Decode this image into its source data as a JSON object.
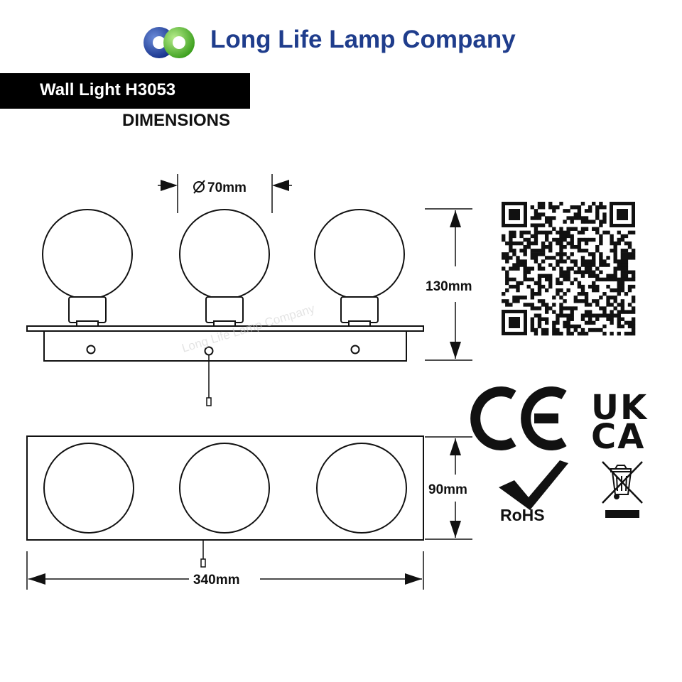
{
  "brand": {
    "name": "Long Life Lamp Company",
    "logo_colors": {
      "blue": "#1c3fa0",
      "green": "#5cc437"
    },
    "text_color": "#1f3d8c"
  },
  "product": {
    "title": "Wall Light H3053",
    "section": "DIMENSIONS"
  },
  "dimensions": {
    "shade_diameter": "70mm",
    "height": "130mm",
    "depth": "90mm",
    "width": "340mm"
  },
  "watermark": "Long Life Lamp Company",
  "certifications": {
    "ce": "CE",
    "ukca_top": "UK",
    "ukca_bottom": "CA",
    "rohs": "RoHS",
    "weee": "weee-bin-icon"
  },
  "qr": {
    "icon": "qr-code"
  }
}
